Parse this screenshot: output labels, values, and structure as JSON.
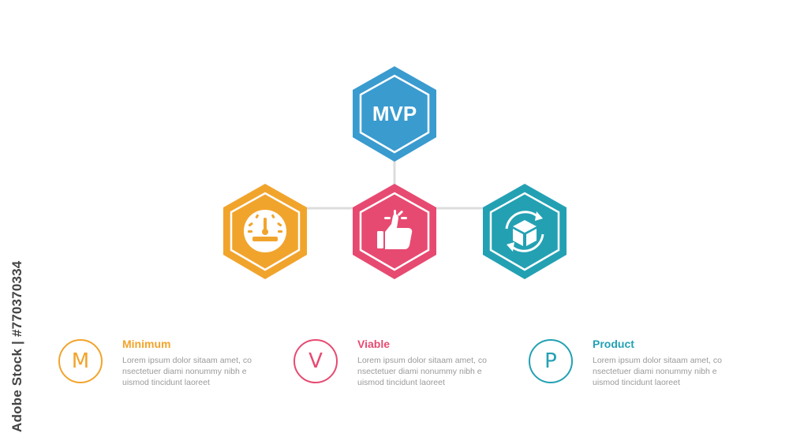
{
  "hub": {
    "label": "MVP",
    "color": "#3a9bcf"
  },
  "nodes": [
    {
      "name": "minimum",
      "color": "#f1a42c",
      "icon": "speedometer-icon"
    },
    {
      "name": "viable",
      "color": "#e74a71",
      "icon": "thumbs-up-icon"
    },
    {
      "name": "product",
      "color": "#23a1b3",
      "icon": "box-cycle-icon"
    }
  ],
  "connector_color": "#dddddd",
  "legend": [
    {
      "letter": "M",
      "title": "Minimum",
      "text": "Lorem ipsum dolor sitaam amet, co nsectetuer diami nonummy  nibh e uismod tincidunt laoreet",
      "color": "#f1a42c"
    },
    {
      "letter": "V",
      "title": "Viable",
      "text": "Lorem ipsum dolor sitaam amet, co nsectetuer diami nonummy  nibh e uismod tincidunt laoreet",
      "color": "#e74a71"
    },
    {
      "letter": "P",
      "title": "Product",
      "text": "Lorem ipsum dolor sitaam amet, co nsectetuer diami nonummy  nibh e uismod tincidunt laoreet",
      "color": "#23a1b3"
    }
  ],
  "watermark": "Adobe Stock | #770370334"
}
